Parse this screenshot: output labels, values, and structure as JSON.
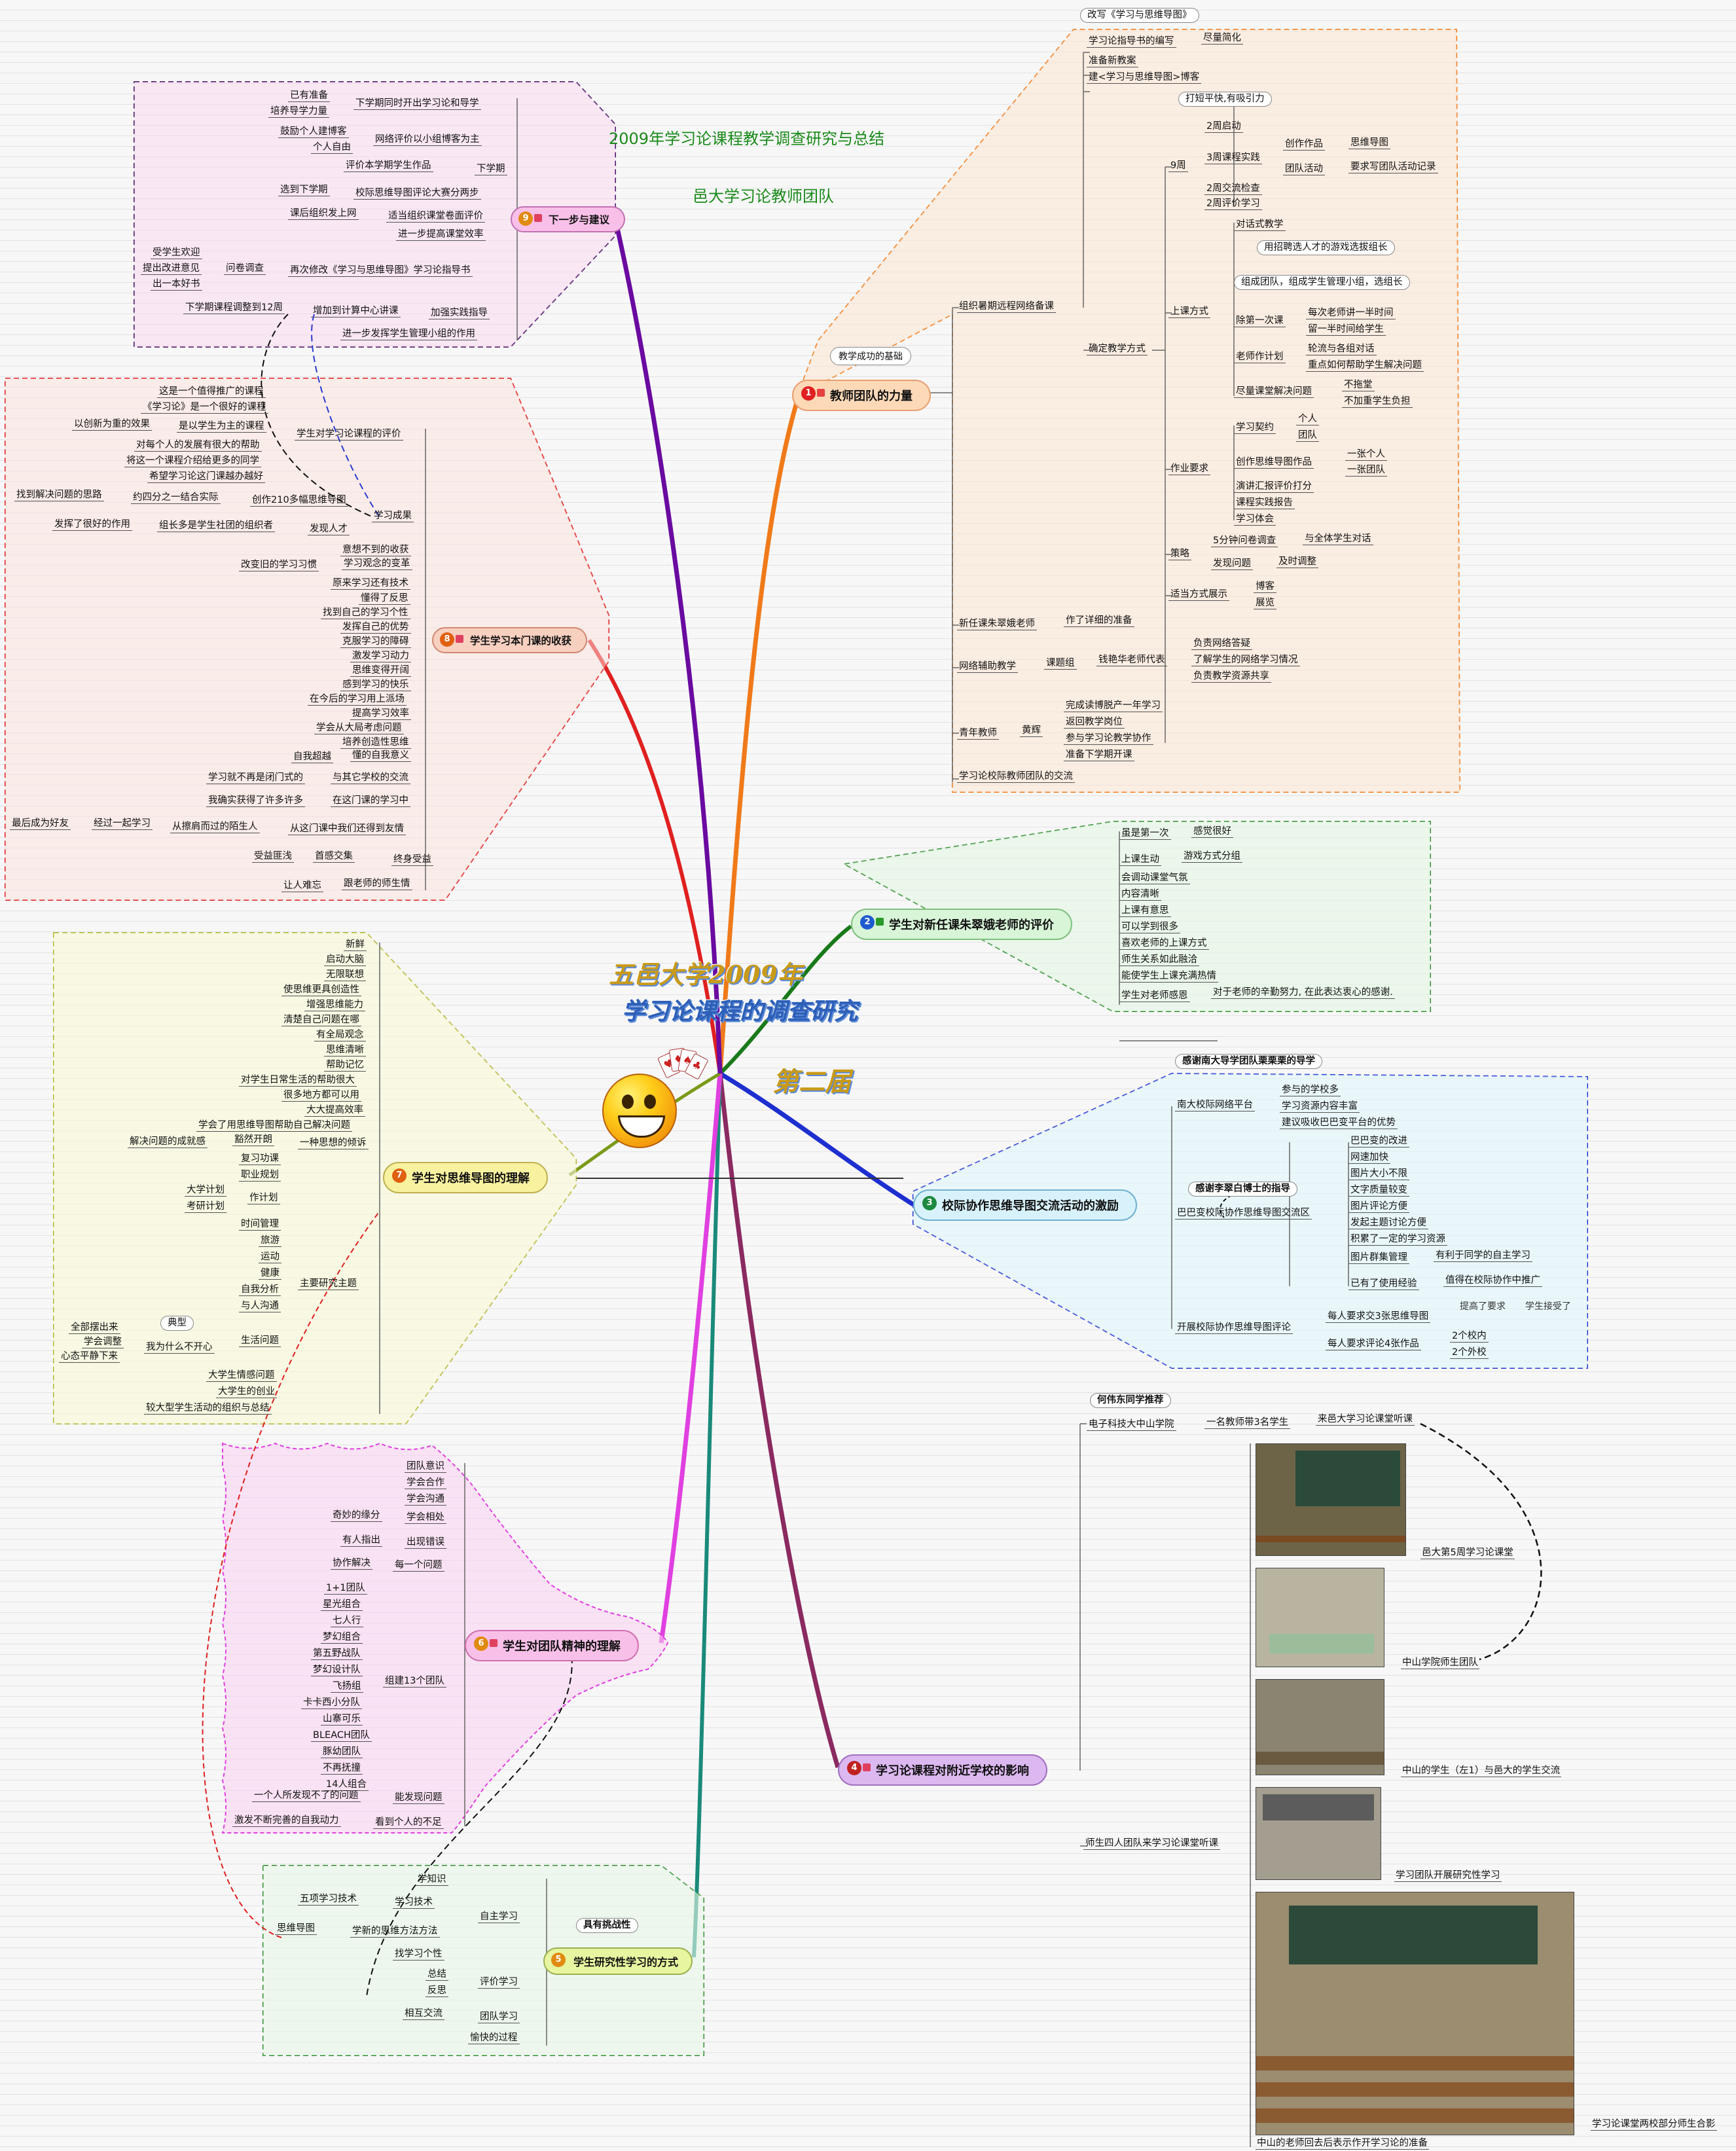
{
  "header": {
    "title": "2009年学习论课程教学调查研究与总结",
    "subtitle": "邑大学习论教师团队"
  },
  "center": {
    "line1": "五邑大学2009年",
    "line2": "学习论课程的调查研究",
    "line3": "第二届"
  },
  "colors": {
    "teacher": "#f07a1a",
    "evaluation": "#2a8a2a",
    "exchange": "#1e2fd0",
    "influence": "#8a2a60",
    "research": "#1a8a7a",
    "team": "#e040e0",
    "mindmap": "#7a9a1a",
    "harvest": "#e02020",
    "suggest": "#6a0aa0"
  },
  "branches": {
    "b1": {
      "num": "1",
      "label": "教师团队的力量",
      "note": "教学成功的基础",
      "top_note": "改写《学习与思维导图》",
      "items": {
        "guide_write": "学习论指导书的编写",
        "guide_simplify": "尽量简化",
        "new_plan": "准备新教案",
        "blog": "建<学习与思维导图>博客",
        "hint": "打短平快,有吸引力",
        "weeks9": "9周",
        "w2start": "2周启动",
        "w3practice": "3周课程实践",
        "make_work": "创作作品",
        "mindmap": "思维导图",
        "team_activity": "团队活动",
        "record": "要求写团队活动记录",
        "w2check": "2周交流检查",
        "w2review": "2周评价学习",
        "online_prep": "组织暑期远程网络备课",
        "teach_way": "确定教学方式",
        "class_way": "上课方式",
        "talk_teach": "对话式教学",
        "game_select": "用招聘选人才的游戏选拔组长",
        "make_team": "组成团队，组成学生管理小组，选组长",
        "first_class": "除第一次课",
        "each_teacher": "每次老师讲一半时间",
        "half_ask": "留一半时间给学生",
        "plan": "老师作计划",
        "rotate": "轮流与各组对话",
        "key_help": "重点如何帮助学生解决问题",
        "solve_in": "尽量课堂解决问题",
        "no_drag": "不拖堂",
        "no_burden": "不加重学生负担",
        "homework": "作业要求",
        "contract": "学习契约",
        "personal": "个人",
        "team": "团队",
        "mm_work": "创作思维导图作品",
        "one_person": "一张个人",
        "one_team": "一张团队",
        "speech": "演讲汇报评价打分",
        "report": "课程实践报告",
        "learn_exp": "学习体会",
        "strategy": "策略",
        "survey5": "5分钟问卷调查",
        "talk_all": "与全体学生对话",
        "find_q": "发现问题",
        "adjust": "及时调整",
        "show": "适当方式展示",
        "blog2": "博客",
        "exhibit": "展览",
        "new_teacher": "新任课朱翠娥老师",
        "prep_detail": "作了详细的准备",
        "net_help": "网络辅助教学",
        "course_group": "课题组",
        "qian": "钱艳华老师代表",
        "net_answer": "负责网络答疑",
        "understand": "了解学生的网络学习情况",
        "share": "负责教学资源共享",
        "young": "青年教师",
        "huanghui": "黄辉",
        "one_year": "完成读博脱产一年学习",
        "return": "返回教学岗位",
        "join": "参与学习论教学协作",
        "prepare_next": "准备下学期开课",
        "cross_team": "学习论校际教师团队的交流"
      }
    },
    "b2": {
      "num": "2",
      "label": "学生对新任课朱翠娥老师的评价",
      "items": {
        "first_time": "虽是第一次",
        "feel_good": "感觉很好",
        "lively": "上课生动",
        "game_group": "游戏方式分组",
        "mood": "会调动课堂气氛",
        "clear": "内容清晰",
        "meaning": "上课有意思",
        "learn_much": "可以学到很多",
        "like_way": "喜欢老师的上课方式",
        "harmony": "师生关系如此融洽",
        "passion": "能使学生上课充满热情",
        "thanks": "学生对老师感恩",
        "thanks_text": "对于老师的辛勤努力, 在此表达衷心的感谢."
      }
    },
    "b3": {
      "num": "3",
      "label": "校际协作思维导图交流活动的激励",
      "items": {
        "thank_nanda": "感谢南大导学团队栗栗栗的导学",
        "nanda_platform": "南大校际网络平台",
        "join_school": "参与的学校多",
        "rich": "学习资源内容丰富",
        "absorb": "建议吸收巴巴变平台的优势",
        "thank_li": "感谢李翠白博士的指导",
        "babab": "巴巴变校际协作思维导图交流区",
        "bab_improve": "巴巴变的改进",
        "speed": "网速加快",
        "pic_size": "图片大小不限",
        "text_quality": "文字质量较变",
        "pic_review": "图片评论方便",
        "topic": "发起主题讨论方便",
        "accumulate": "积累了一定的学习资源",
        "group_manage": "图片群集管理",
        "self_learn": "有利于同学的自主学习",
        "experience": "已有了使用经验",
        "promote": "值得在校际协作中推广",
        "eval_review": "开展校际协作思维导图评论",
        "hand1": "提高了要求",
        "hand2": "学生接受了",
        "each3": "每人要求交3张思维导图",
        "each4": "每人要求评论4张作品",
        "in2": "2个校内",
        "out2": "2个外校"
      }
    },
    "b4": {
      "num": "4",
      "label": "学习论课程对附近学校的影响",
      "items": {
        "recommend": "何伟东同学推荐",
        "zhongshan": "电子科技大中山学院",
        "teacher3": "一名教师带3名学生",
        "visit": "来邑大学习论课堂听课",
        "cap1": "邑大第5周学习论课堂",
        "cap2": "中山学院师生团队",
        "cap3": "中山的学生（左1）与邑大的学生交流",
        "cap4": "学习团队开展研究性学习",
        "cap5": "学习论课堂两校部分师生合影",
        "cap6": "中山的老师回去后表示作开学习论的准备",
        "four": "师生四人团队来学习论课堂听课"
      }
    },
    "b5": {
      "num": "5",
      "label": "学生研究性学习的方式",
      "note": "具有挑战性",
      "items": {
        "self": "自主学习",
        "learn_know": "学知识",
        "five": "五项学习技术",
        "learn_skill": "学习技术",
        "mm": "思维导图",
        "new_think": "学新的思维方法方法",
        "find_style": "找学习个性",
        "eval": "评价学习",
        "sum": "总结",
        "reflect": "反思",
        "exchange": "相互交流",
        "team_learn": "团队学习",
        "happy": "愉快的过程"
      }
    },
    "b6": {
      "num": "6",
      "label": "学生对团队精神的理解",
      "items": {
        "team_aware": "团队意识",
        "cooperate": "学会合作",
        "communicate": "学会沟通",
        "fate": "奇妙的缘分",
        "get_along": "学会相处",
        "point_out": "有人指出",
        "error": "出现错误",
        "collab": "协作解决",
        "each_q": "每一个问题",
        "t1": "1+1团队",
        "t2": "星光组合",
        "t3": "七人行",
        "t4": "梦幻组合",
        "t5": "第五野战队",
        "t6": "梦幻设计队",
        "t7": "飞扬组",
        "t8": "卡卡西小分队",
        "t9": "山寨可乐",
        "t10": "BLEACH团队",
        "t11": "豚幼团队",
        "t12": "不再抚撞",
        "t13": "14人组合",
        "teams13": "组建13个团队",
        "one_cant": "一个人所发现不了的问题",
        "can_find": "能发现问题",
        "motivate": "激发不断完善的自我动力",
        "see_lack": "看到个人的不足"
      }
    },
    "b7": {
      "num": "7",
      "label": "学生对思维导图的理解",
      "items": {
        "fresh": "新鲜",
        "inspire": "启动大脑",
        "unlimited": "无限联想",
        "creative": "使思维更具创造性",
        "ability": "增强思维能力",
        "clear_where": "清楚自己问题在哪",
        "overall": "有全局观念",
        "clear_think": "思维清晰",
        "memory": "帮助记忆",
        "big_help": "对学生日常生活的帮助很大",
        "many_use": "很多地方都可以用",
        "efficiency": "大大提高效率",
        "solve": "学会了用思维导图帮助自己解决问题",
        "effect": "解决问题的成就感",
        "bright": "豁然开朗",
        "new_style": "一种思想的倾诉",
        "review": "复习功课",
        "career": "职业规划",
        "college_plan": "大学计划",
        "exam_plan": "考研计划",
        "plan": "作计划",
        "time": "时间管理",
        "travel": "旅游",
        "sport": "运动",
        "health": "健康",
        "self_analysis": "自我分析",
        "people": "与人沟通",
        "main_topics": "主要研究主题",
        "typical": "典型",
        "throw": "全部摆出来",
        "adjust": "学会调整",
        "calm": "心态平静下来",
        "why_unhappy": "我为什么不开心",
        "life_q": "生活问题",
        "emotion": "大学生情感问题",
        "startup": "大学生的创业",
        "big_org": "较大型学生活动的组织与总结"
      }
    },
    "b8": {
      "num": "8",
      "label": "学生学习本门课的收获",
      "items": {
        "worth": "这是一个值得推广的课程",
        "good_course": "《学习论》是一个很好的课程",
        "student_center": "以创新为重的效果",
        "is_main": "是以学生为主的课程",
        "eval_course": "学生对学习论课程的评价",
        "dev_help": "对每个人的发展有很大的帮助",
        "introduce": "将这一个课程介绍给更多的同学",
        "hope": "希望学习论这门课越办越好",
        "find_solve": "找到解决问题的思路",
        "approx": "约四分之一结合实际",
        "made_mm": "创作210多幅思维导图",
        "result": "学习成果",
        "good_effect": "发挥了很好的作用",
        "leader": "组长多是学生社团的组织者",
        "find_talent": "发现人才",
        "unexpected": "意想不到的收获",
        "change_habit": "改变旧的学习习惯",
        "change_concept": "学习观念的变革",
        "tech": "原来学习还有技术",
        "understand": "懂得了反思",
        "find_adv": "找到自己的学习个性",
        "play_person": "发挥自己的优势",
        "overcome": "克服学习的障碍",
        "motivation": "激发学习动力",
        "expand": "思维变得开阔",
        "feel_happy": "感到学习的快乐",
        "future_use": "在今后的学习用上派场",
        "improve_eff": "提高学习效率",
        "learn_new": "学会从大局考虑问题",
        "creative": "培养创造性思维",
        "self_beyond": "自我超越",
        "self_meaning": "懂的自我意义",
        "not_closed": "学习就不再是闭门式的",
        "other_school": "与其它学校的交流",
        "gain_much": "我确实获得了许多许多",
        "in_this": "在这门课的学习中",
        "friends": "最后成为好友",
        "learn_together": "经过一起学习",
        "stranger": "从擦肩而过的陌生人",
        "friendship": "从这门课中我们还得到友情",
        "benefit": "受益匪浅",
        "first_feel": "首感交集",
        "lifelong": "终身受益",
        "unforget": "让人难忘",
        "teacher_love": "跟老师的师生情"
      }
    },
    "b9": {
      "num": "9",
      "label": "下一步与建议",
      "items": {
        "ready": "已有准备",
        "train": "培养导学力量",
        "next_open": "下学期同时开出学习论和导学",
        "encourage": "鼓励个人建博客",
        "net_eval": "网络评价以小组博客为主",
        "self_free": "个人自由",
        "eval_works": "评价本学期学生作品",
        "next_term": "下学期",
        "chosen": "选到下学期",
        "contest": "校际思维导图评论大赛分两步",
        "after_class": "课后组织发上网",
        "class_vote": "适当组织课堂卷面评价",
        "improve_class": "进一步提高课堂效率",
        "welcome": "受学生欢迎",
        "suggest": "提出改进意见",
        "good_book": "出一本好书",
        "survey": "问卷调查",
        "rewrite": "再次修改《学习与思维导图》学习论指导书",
        "adjust12": "下学期课程调整到12周",
        "add_lab": "增加到计算中心讲课",
        "strengthen": "加强实践指导",
        "further": "进一步发挥学生管理小组的作用"
      }
    }
  }
}
